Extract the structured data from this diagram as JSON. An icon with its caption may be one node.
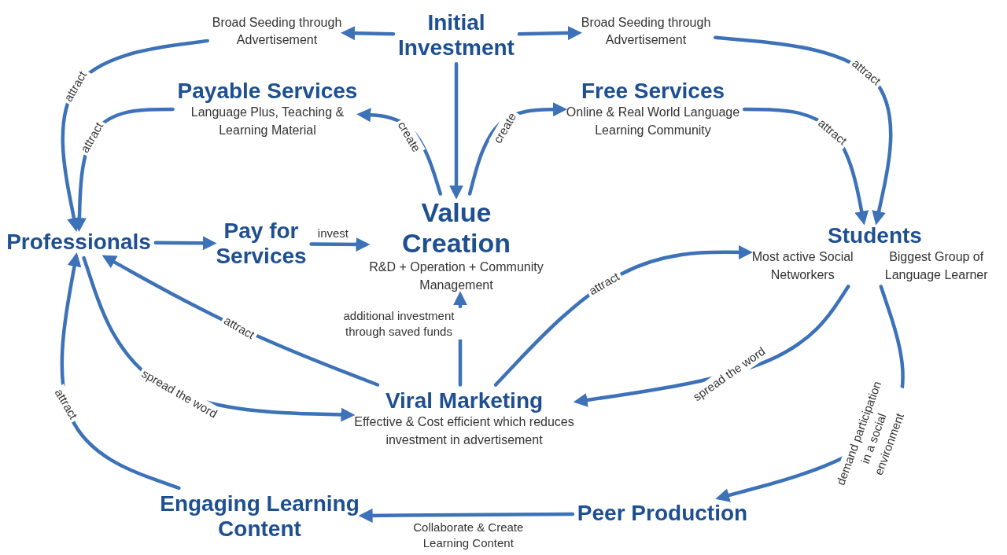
{
  "diagram": {
    "nodes": [
      {
        "text": [
          "Initial Investment"
        ]
      },
      {
        "text": [
          "Broad Seeding through Advertisement"
        ]
      },
      {
        "text": [
          "Broad Seeding through Advertisement"
        ]
      },
      {
        "text": [
          "Payable Services",
          "Language Plus, Teaching & Learning Material"
        ]
      },
      {
        "text": [
          "Free Services",
          "Online & Real World Language Learning Community"
        ]
      },
      {
        "text": [
          "Professionals"
        ]
      },
      {
        "text": [
          "Pay for Services"
        ]
      },
      {
        "text": [
          "Value Creation",
          "R&D + Operation + Community Management"
        ]
      },
      {
        "text": [
          "Students",
          "Most active Social Networkers",
          "Biggest Group of Language Learner"
        ]
      },
      {
        "text": [
          "Viral Marketing",
          "Effective & Cost efficient which reduces investment in advertisement"
        ]
      },
      {
        "text": [
          "Engaging Learning Content"
        ]
      },
      {
        "text": [
          "Peer Production"
        ]
      }
    ],
    "edges": [
      {
        "from": 0,
        "to": 1,
        "arrow": "to"
      },
      {
        "from": 0,
        "to": 2,
        "arrow": "to"
      },
      {
        "from": 0,
        "to": 7,
        "arrow": "to"
      },
      {
        "from": 7,
        "to": 3,
        "arrow": "to",
        "label": "create"
      },
      {
        "from": 7,
        "to": 4,
        "arrow": "to",
        "label": "create"
      },
      {
        "from": 1,
        "to": 5,
        "arrow": "to",
        "label": "attract"
      },
      {
        "from": 3,
        "to": 5,
        "arrow": "to",
        "label": "attract"
      },
      {
        "from": 2,
        "to": 8,
        "arrow": "to",
        "label": "attract"
      },
      {
        "from": 4,
        "to": 8,
        "arrow": "to",
        "label": "attract"
      },
      {
        "from": 5,
        "to": 6,
        "arrow": "to"
      },
      {
        "from": 6,
        "to": 7,
        "arrow": "to",
        "label": "invest"
      },
      {
        "from": 9,
        "to": 7,
        "arrow": "to",
        "label": "additional investment through saved funds"
      },
      {
        "from": 9,
        "to": 5,
        "arrow": "to",
        "label": "attract"
      },
      {
        "from": 5,
        "to": 9,
        "arrow": "to",
        "label": "spread the word"
      },
      {
        "from": 9,
        "to": 8,
        "arrow": "to",
        "label": "attract"
      },
      {
        "from": 8,
        "to": 9,
        "arrow": "to",
        "label": "spread the word"
      },
      {
        "from": 8,
        "to": 11,
        "arrow": "to",
        "label": "demand participation in a social environment"
      },
      {
        "from": 11,
        "to": 10,
        "arrow": "to",
        "label": "Collaborate & Create Learning Content"
      },
      {
        "from": 10,
        "to": 5,
        "arrow": "to",
        "label": "attract"
      }
    ]
  }
}
